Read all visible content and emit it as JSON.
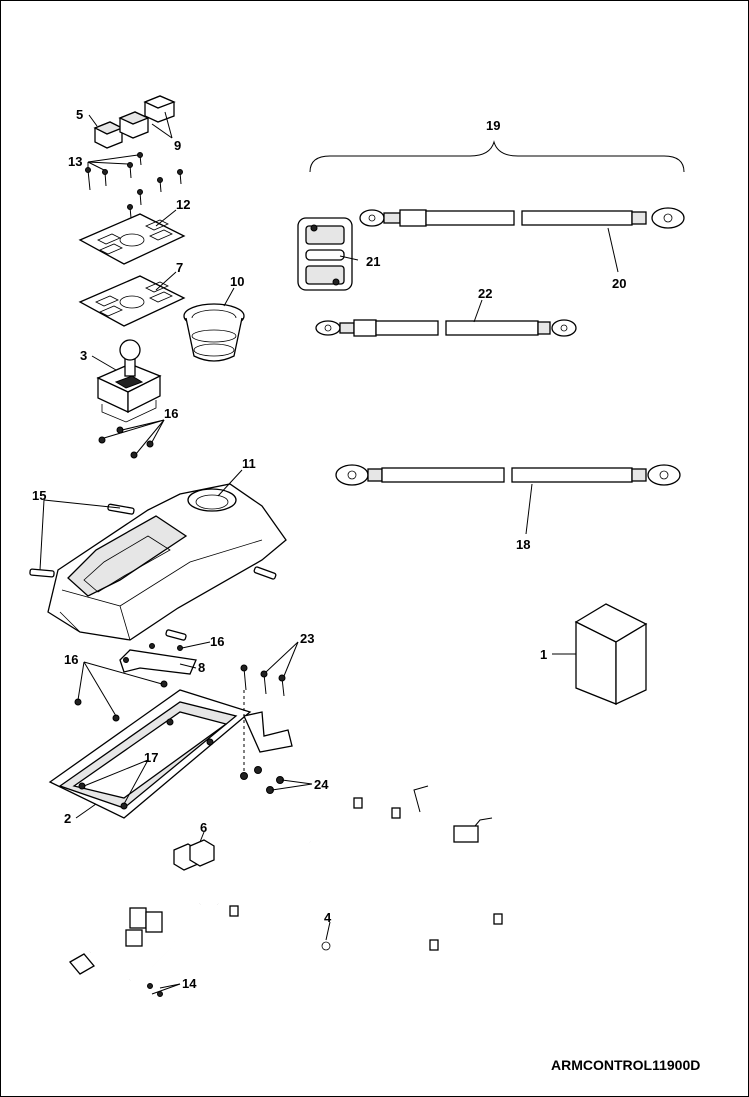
{
  "diagram": {
    "drawing_code": "ARMCONTROL11900D",
    "watermark_text": "",
    "callouts": [
      "1",
      "2",
      "3",
      "4",
      "5",
      "6",
      "7",
      "8",
      "9",
      "10",
      "11",
      "12",
      "13",
      "14",
      "15",
      "16",
      "17",
      "18",
      "19",
      "20",
      "21",
      "22",
      "23",
      "24"
    ]
  }
}
